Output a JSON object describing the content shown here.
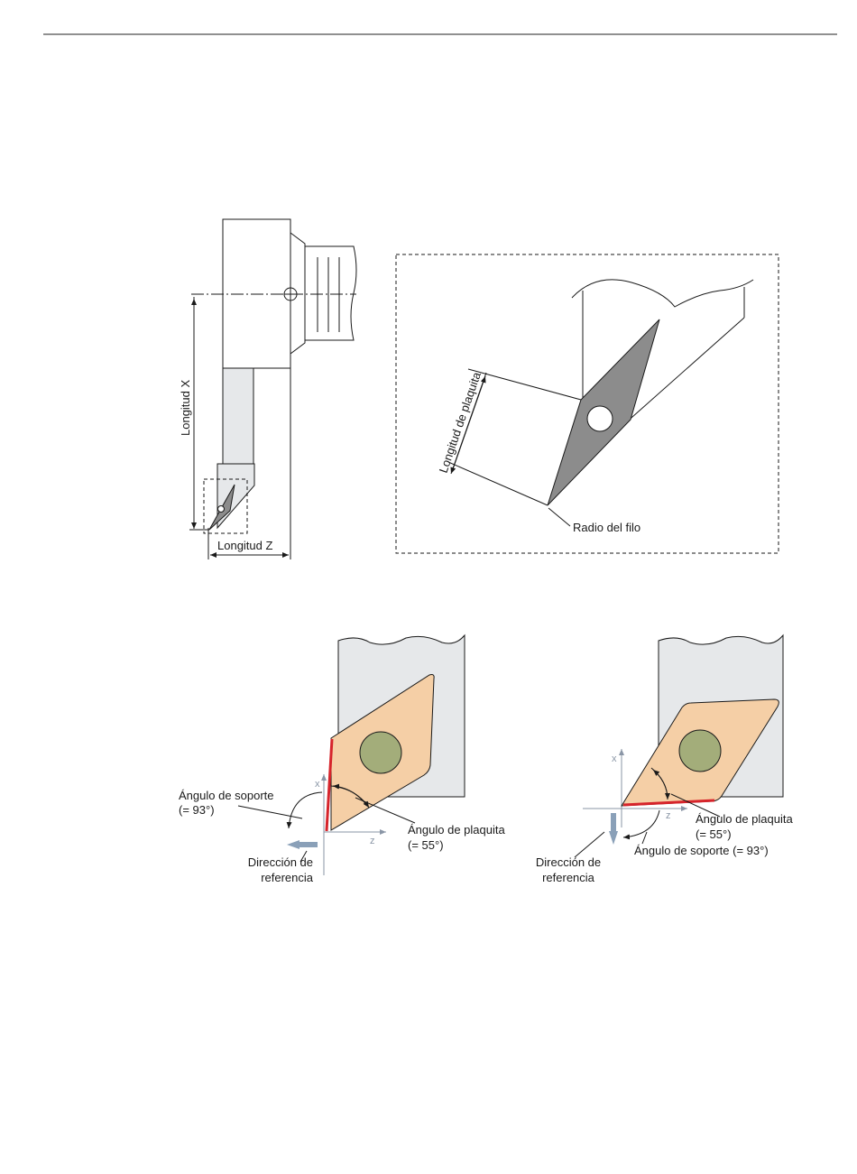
{
  "figure1": {
    "labels": {
      "longitud_x": "Longitud X",
      "longitud_z": "Longitud Z",
      "longitud_plaquita": "Longitud de plaquita",
      "radio_filo": "Radio del filo"
    }
  },
  "figure2": {
    "left": {
      "axis_x": "x",
      "axis_z": "z",
      "angulo_soporte_1": "Ángulo de soporte",
      "angulo_soporte_2": "(= 93°)",
      "angulo_plaquita_1": "Ángulo de plaquita",
      "angulo_plaquita_2": "(= 55°)",
      "direccion_1": "Dirección de",
      "direccion_2": "referencia"
    },
    "right": {
      "axis_x": "x",
      "axis_z": "z",
      "angulo_plaquita_1": "Ángulo de plaquita",
      "angulo_plaquita_2": "(= 55°)",
      "angulo_soporte": "Ángulo de soporte (= 93°)",
      "direccion_1": "Dirección de",
      "direccion_2": "referencia"
    }
  },
  "colors": {
    "insert_fill": "#f5cfa6",
    "hole_fill": "#a3ad7a",
    "holder_fill": "#e6e8ea",
    "cutting_edge": "#d6242b",
    "axis": "#8a96a6",
    "arrow": "#8aa0b8",
    "insert_gray": "#8c8c8c"
  }
}
